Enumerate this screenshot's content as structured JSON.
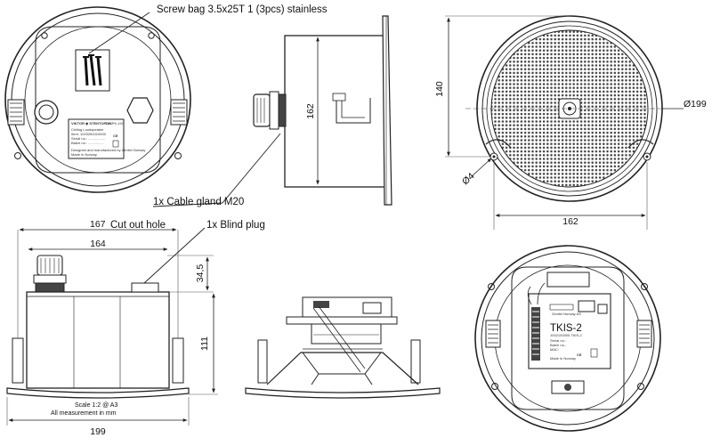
{
  "callouts": {
    "screw_bag": "Screw bag 3.5x25T 1 (3pcs) stainless",
    "cable_gland": "1x Cable gland M20",
    "cut_out_hole": "Cut out hole",
    "blind_plug": "1x Blind plug"
  },
  "dimensions": {
    "side_depth": "162",
    "front_height": "140",
    "front_outer_diameter": "Ø199",
    "front_hole": "Ø4",
    "front_width": "162",
    "cutout": "167",
    "body_width": "164",
    "top_gap": "34,5",
    "total_height": "111",
    "total_width": "199"
  },
  "notes": {
    "scale": "Scale 1:2 @ A3",
    "units": "All measurement in mm"
  },
  "product_label": {
    "brand": "VIKTOR ◆ STENTOFON",
    "model_small": "CLSPK-10C",
    "line1": "Ceiling Loudspeaker",
    "line2": "Item: 1023281010000",
    "line3": "Serial no.: .................",
    "line4": "Batch no.: ...............",
    "line5": "Designed and manufactured by Zenitel Norway",
    "line6": "Made in Norway"
  },
  "terminal_label": {
    "maker": "Zenitel Norway AS",
    "model": "TKIS-2",
    "line1": "1002100000 TKIS-2",
    "line2": "Serial no.:",
    "line3": "Batch no.:",
    "line4": "MAC:",
    "line5": "Made in Norway"
  },
  "icons": [
    "screw-icon",
    "ce-mark-icon",
    "weee-bin-icon",
    "zenitel-logo-icon"
  ]
}
